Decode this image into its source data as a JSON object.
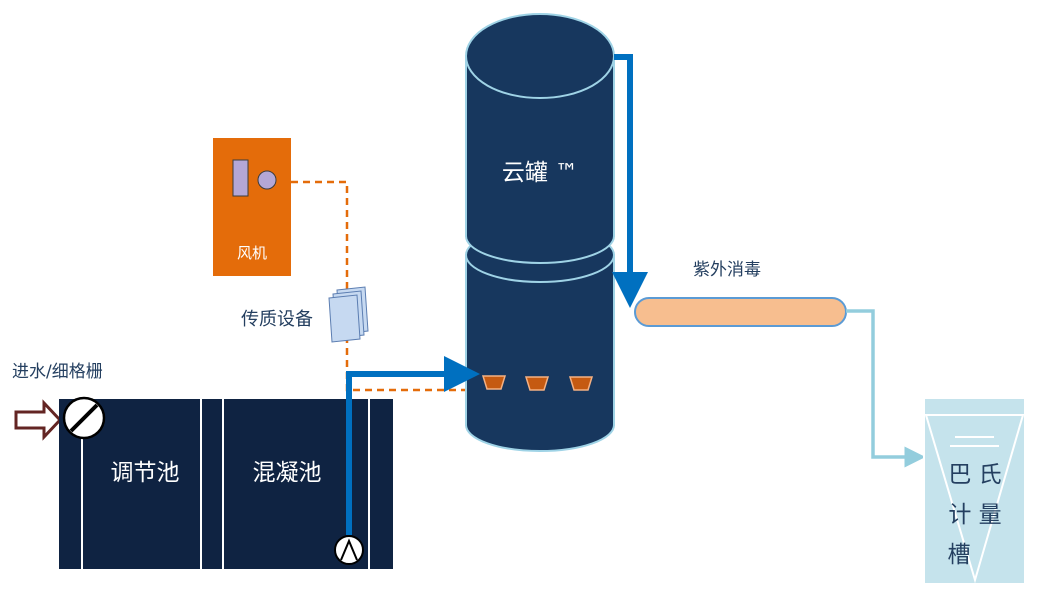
{
  "labels": {
    "blower": "风机",
    "mass_transfer": "传质设备",
    "inlet": "进水/细格栅",
    "equalization_tank": "调节池",
    "coagulation_tank": "混凝池",
    "cloud_tank": "云罐 ™",
    "uv_disinfection": "紫外消毒",
    "parshall_line1": "巴 氏",
    "parshall_line2": "计 量",
    "parshall_line3": "槽"
  },
  "colors": {
    "tank_fill": "#17375e",
    "tank_outline": "#9fd3e6",
    "pond_fill": "#0f2342",
    "water_pipe": "#0070c0",
    "air_line": "#e46c0a",
    "blower_fill": "#e46c0a",
    "uv_fill": "#f7be8f",
    "outlet_pipe": "#93cddd",
    "parshall_fill": "#c5e3ec",
    "inlet_arrow": "#632523"
  }
}
